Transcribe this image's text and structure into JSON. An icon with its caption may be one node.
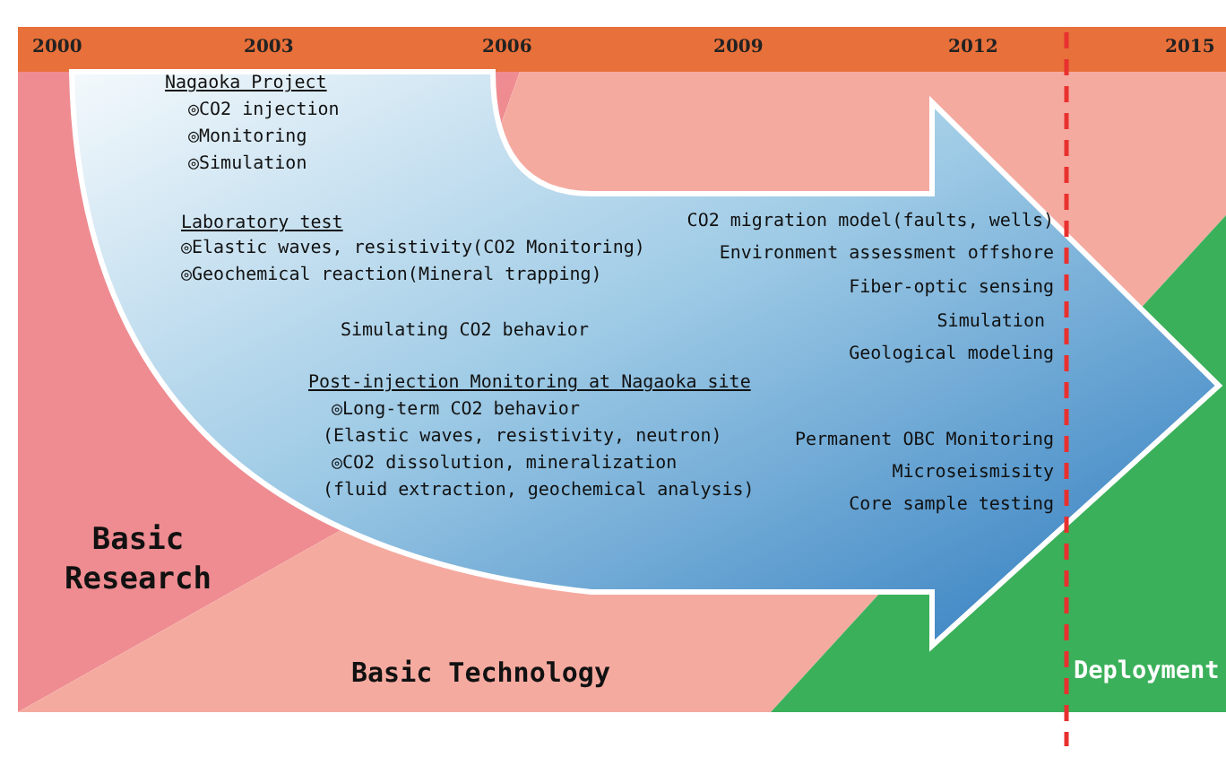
{
  "diagram": {
    "nodes": [
      {
        "text": [
          "Basic Research"
        ]
      },
      {
        "text": [
          "Basic Technology"
        ]
      },
      {
        "text": [
          "Deployment"
        ]
      },
      {
        "text": [
          "Nagaoka Project",
          "◎CO2 injection",
          "◎Monitoring",
          "◎Simulation",
          "Laboratory test",
          "◎Elastic waves, resistivity(CO2 Monitoring)",
          "◎Geochemical reaction(Mineral trapping)",
          "Simulating CO2 behavior",
          "Post-injection Monitoring at Nagaoka site",
          "◎Long-term CO2 behavior",
          "(Elastic waves, resistivity, neutron)",
          "◎CO2 dissolution, mineralization",
          "(fluid extraction, geochemical analysis)",
          "CO2 migration model(faults, wells)",
          "Environment assessment offshore",
          "Fiber-optic sensing",
          "Simulation",
          "Geological modeling",
          "Permanent OBC Monitoring",
          "Microseismisity",
          "Core sample testing"
        ]
      }
    ],
    "edges": [],
    "labels": [
      "2000",
      "2003",
      "2006",
      "2009",
      "2012",
      "2015"
    ]
  }
}
